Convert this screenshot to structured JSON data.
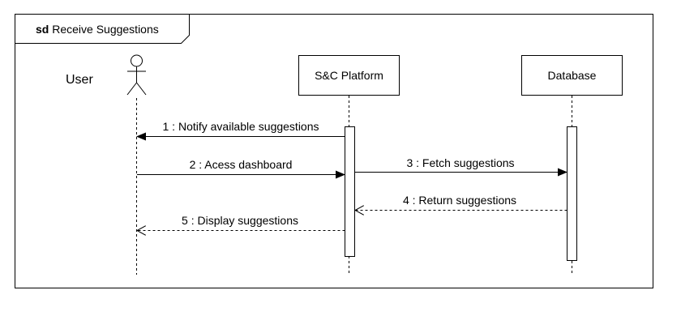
{
  "frame": {
    "keyword": "sd",
    "name": "Receive Suggestions"
  },
  "actor": {
    "label": "User"
  },
  "lifelines": [
    {
      "label": "S&C Platform"
    },
    {
      "label": "Database"
    }
  ],
  "messages": [
    {
      "label": "1 : Notify available suggestions",
      "from": "S&C Platform",
      "to": "User",
      "kind": "sync"
    },
    {
      "label": "2 : Acess dashboard",
      "from": "User",
      "to": "S&C Platform",
      "kind": "sync"
    },
    {
      "label": "3 : Fetch suggestions",
      "from": "S&C Platform",
      "to": "Database",
      "kind": "sync"
    },
    {
      "label": "4 : Return suggestions",
      "from": "Database",
      "to": "S&C Platform",
      "kind": "return"
    },
    {
      "label": "5 : Display suggestions",
      "from": "S&C Platform",
      "to": "User",
      "kind": "return"
    }
  ]
}
